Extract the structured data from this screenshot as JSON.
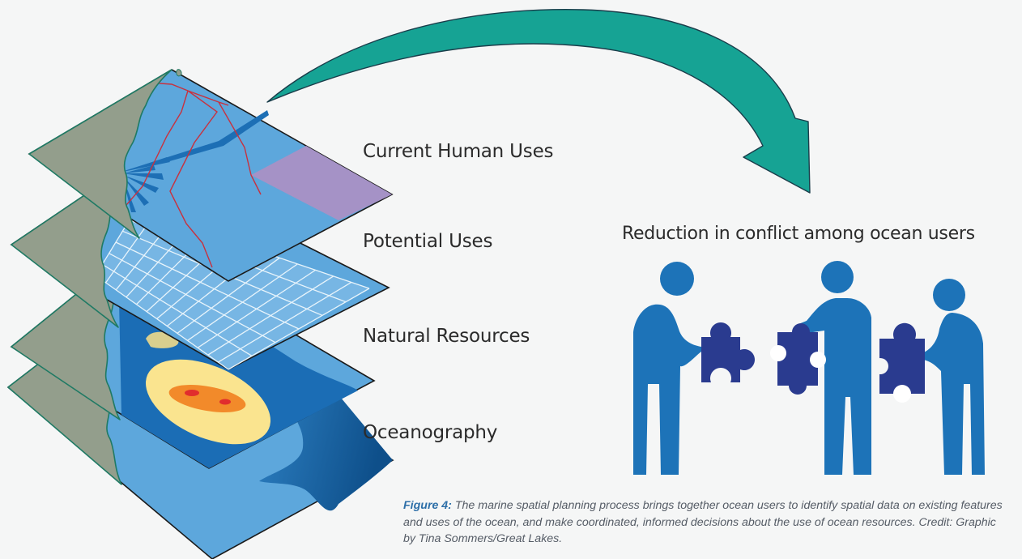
{
  "layers": [
    {
      "id": "current-human-uses",
      "label": "Current Human Uses"
    },
    {
      "id": "potential-uses",
      "label": "Potential Uses"
    },
    {
      "id": "natural-resources",
      "label": "Natural Resources"
    },
    {
      "id": "oceanography",
      "label": "Oceanography"
    }
  ],
  "result": {
    "headline": "Reduction in conflict among ocean users",
    "illustration": "people-assembling-puzzle-pieces-icon"
  },
  "caption": {
    "lead": "Figure 4:",
    "text": " The marine spatial planning process brings together ocean users to identify spatial data on existing features and uses of the ocean, and make coordinated, informed decisions about the use of ocean resources. Credit: Graphic by Tina Sommers/Great Lakes."
  },
  "colors": {
    "ocean": "#5da7dc",
    "ocean_deep": "#1b6db5",
    "land": "#939e8c",
    "coast_outline": "#1f7a64",
    "arrow": "#16a394",
    "people": "#1d73b8",
    "puzzle": "#2a3b8f",
    "use_zone": "#a592c6",
    "boundary_line": "#c8313e",
    "hotspot_outer": "#fae48f",
    "hotspot_mid": "#f28a2a",
    "hotspot_core": "#e12d2d"
  }
}
